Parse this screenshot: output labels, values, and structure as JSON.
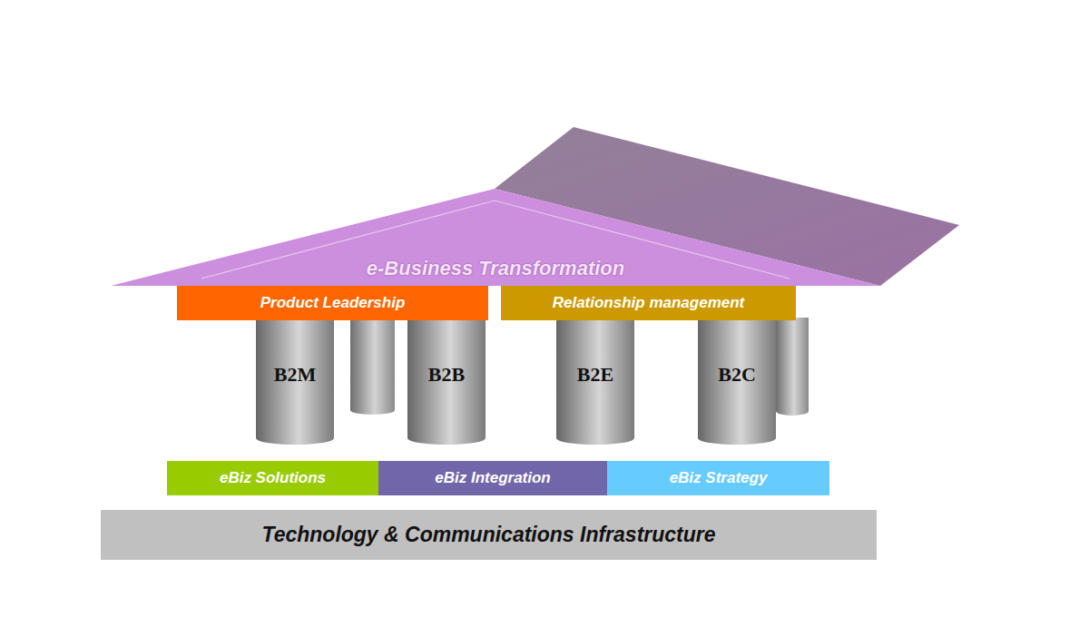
{
  "diagram": {
    "nodes": [
      {
        "text": [
          "e-Business Transformation"
        ]
      },
      {
        "text": [
          "Product Leadership"
        ]
      },
      {
        "text": [
          "Relationship management"
        ]
      },
      {
        "text": [
          "B2M"
        ]
      },
      {
        "text": [
          "B2B"
        ]
      },
      {
        "text": [
          "B2E"
        ]
      },
      {
        "text": [
          "B2C"
        ]
      },
      {
        "text": [
          "eBiz Solutions"
        ]
      },
      {
        "text": [
          "eBiz Integration"
        ]
      },
      {
        "text": [
          "eBiz Strategy"
        ]
      },
      {
        "text": [
          "Technology & Communications Infrastructure"
        ]
      }
    ]
  }
}
